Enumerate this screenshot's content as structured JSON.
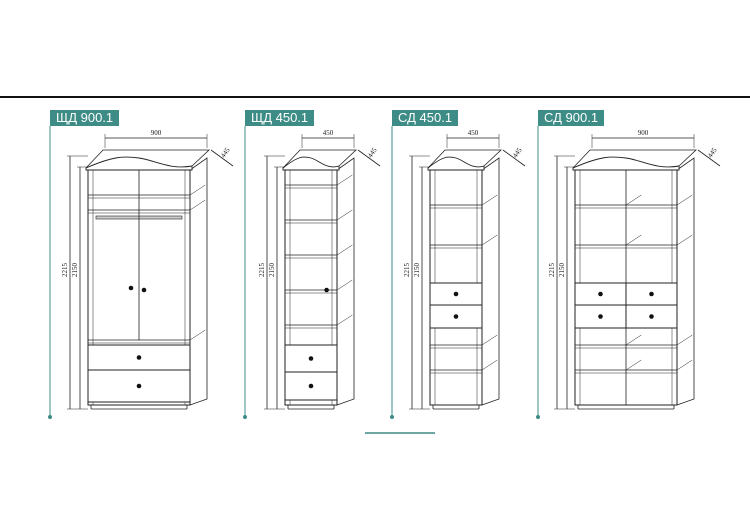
{
  "models": [
    {
      "label": "ЩД 900.1",
      "width": "900",
      "depth": "445",
      "height_total": "2215",
      "height_body": "2150"
    },
    {
      "label": "ЩД 450.1",
      "width": "450",
      "depth": "445",
      "height_total": "2215",
      "height_body": "2150"
    },
    {
      "label": "СД 450.1",
      "width": "450",
      "depth": "445",
      "height_total": "2215",
      "height_body": "2150"
    },
    {
      "label": "СД 900.1",
      "width": "900",
      "depth": "445",
      "height_total": "2215",
      "height_body": "2150"
    }
  ],
  "colors": {
    "accent": "#3d8c86",
    "line": "#222222"
  }
}
